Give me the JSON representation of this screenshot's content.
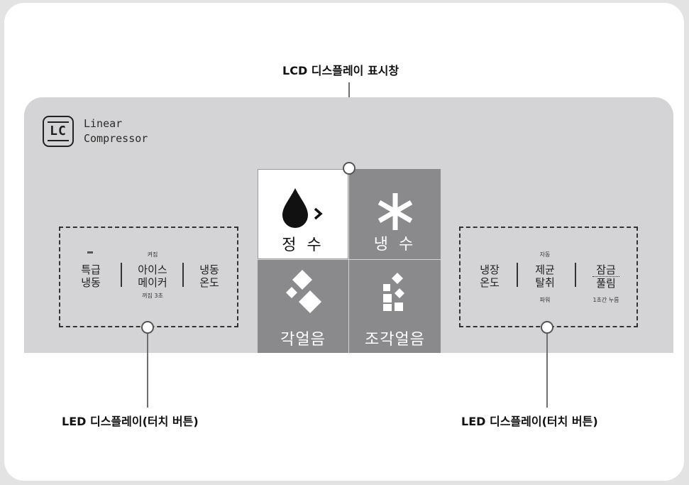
{
  "callouts": {
    "lcd": "LCD 디스플레이 표시창",
    "led_left": "LED 디스플레이(터치 버튼)",
    "led_right": "LED 디스플레이(터치 버튼)"
  },
  "brand": {
    "logo_letters": "LC",
    "line1": "Linear",
    "line2": "Compressor"
  },
  "lcd_tiles": [
    {
      "label": "정 수",
      "icon": "water-drop-icon",
      "selected": true
    },
    {
      "label": "냉 수",
      "icon": "snowflake-icon",
      "selected": false
    },
    {
      "label": "각얼음",
      "icon": "ice-cube-icon",
      "selected": false
    },
    {
      "label": "조각얼음",
      "icon": "crushed-ice-icon",
      "selected": false
    }
  ],
  "led_left": {
    "express_freeze_line1": "특급",
    "express_freeze_line2": "냉동",
    "icemaker_top_note": "켜짐",
    "icemaker_line1": "아이스",
    "icemaker_line2": "메이커",
    "icemaker_bottom_note": "꺼짐 3초",
    "freezer_temp_line1": "냉동",
    "freezer_temp_line2": "온도"
  },
  "led_right": {
    "fridge_temp_line1": "냉장",
    "fridge_temp_line2": "온도",
    "sterilize_top_note": "자동",
    "sterilize_line1": "제균",
    "sterilize_line2": "탈취",
    "sterilize_bottom_note": "파워",
    "lock_line1": "잠금",
    "lock_line2": "풀림",
    "lock_bottom_note": "1초간 누름"
  },
  "colors": {
    "panel": "#d4d4d6",
    "tile_dark": "#8a8a8c",
    "tile_selected": "#ffffff"
  }
}
